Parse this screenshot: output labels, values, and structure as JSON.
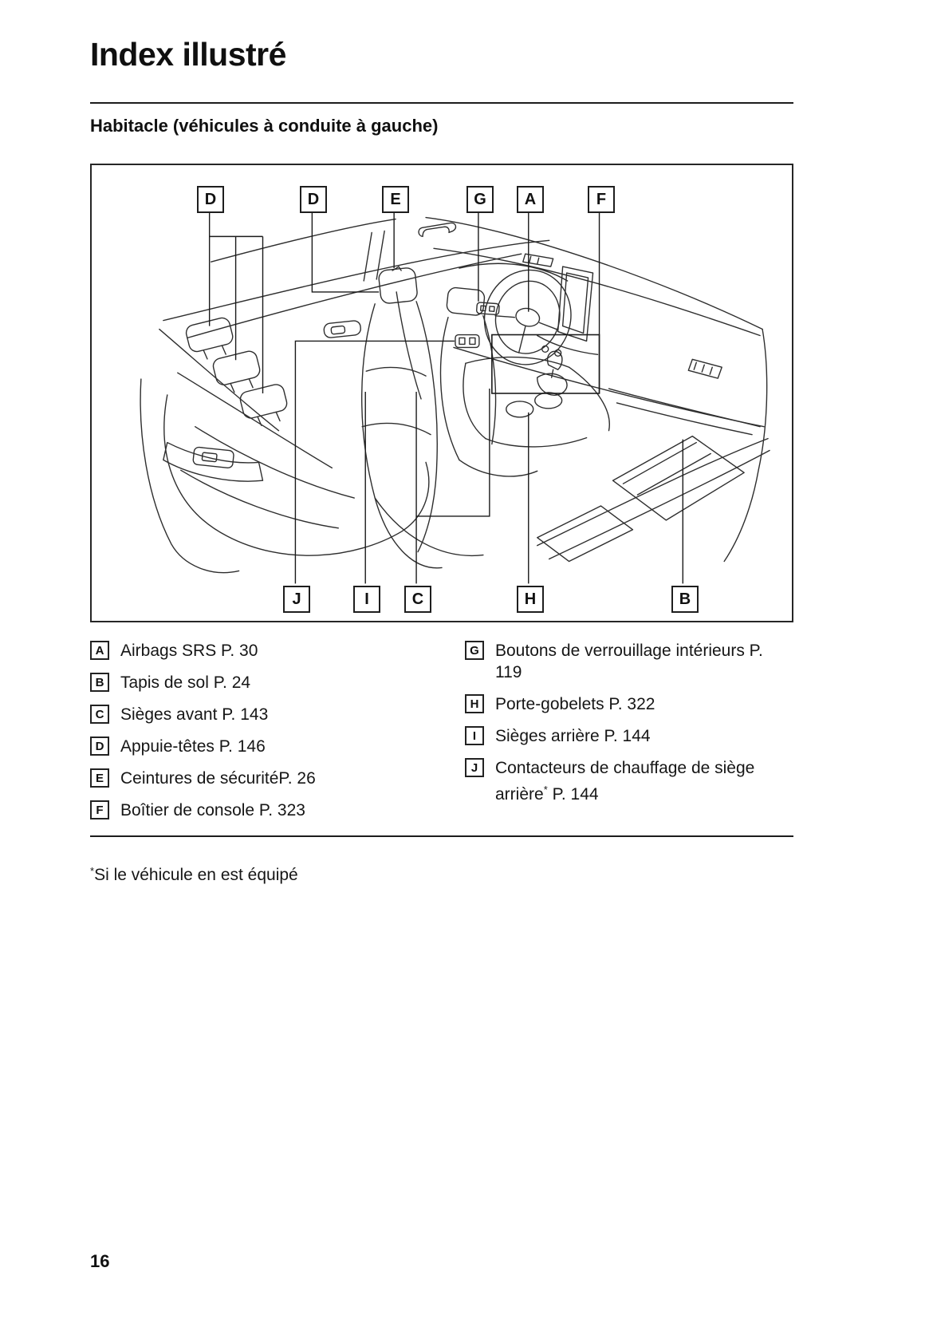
{
  "page": {
    "title": "Index illustré",
    "section_heading": "Habitacle (véhicules à conduite à gauche)",
    "page_number": "16",
    "footnote": {
      "star": "*",
      "text": "Si le véhicule en est équipé"
    }
  },
  "figure": {
    "description": "car-interior-line-illustration",
    "callouts_top": [
      "D",
      "D",
      "E",
      "G",
      "A",
      "F"
    ],
    "callouts_bottom": [
      "J",
      "I",
      "C",
      "H",
      "B"
    ]
  },
  "legend": {
    "left": [
      {
        "letter": "A",
        "text": "Airbags SRS P. 30"
      },
      {
        "letter": "B",
        "text": "Tapis de sol P. 24"
      },
      {
        "letter": "C",
        "text": "Sièges avant P. 143"
      },
      {
        "letter": "D",
        "text": "Appuie-têtes P. 146"
      },
      {
        "letter": "E",
        "text": "Ceintures de sécuritéP. 26"
      },
      {
        "letter": "F",
        "text": "Boîtier de console P. 323"
      }
    ],
    "right": [
      {
        "letter": "G",
        "text": "Boutons de verrouillage intérieurs P. 119"
      },
      {
        "letter": "H",
        "text": "Porte-gobelets P. 322"
      },
      {
        "letter": "I",
        "text": "Sièges arrière P. 144"
      },
      {
        "letter": "J",
        "parts": {
          "before": "Contacteurs de chauffage de siège arrière",
          "star": "*",
          "after": " P. 144"
        }
      }
    ]
  },
  "colors": {
    "text": "#141414",
    "line": "#2e2e2e",
    "rule": "#1c1c1c"
  }
}
